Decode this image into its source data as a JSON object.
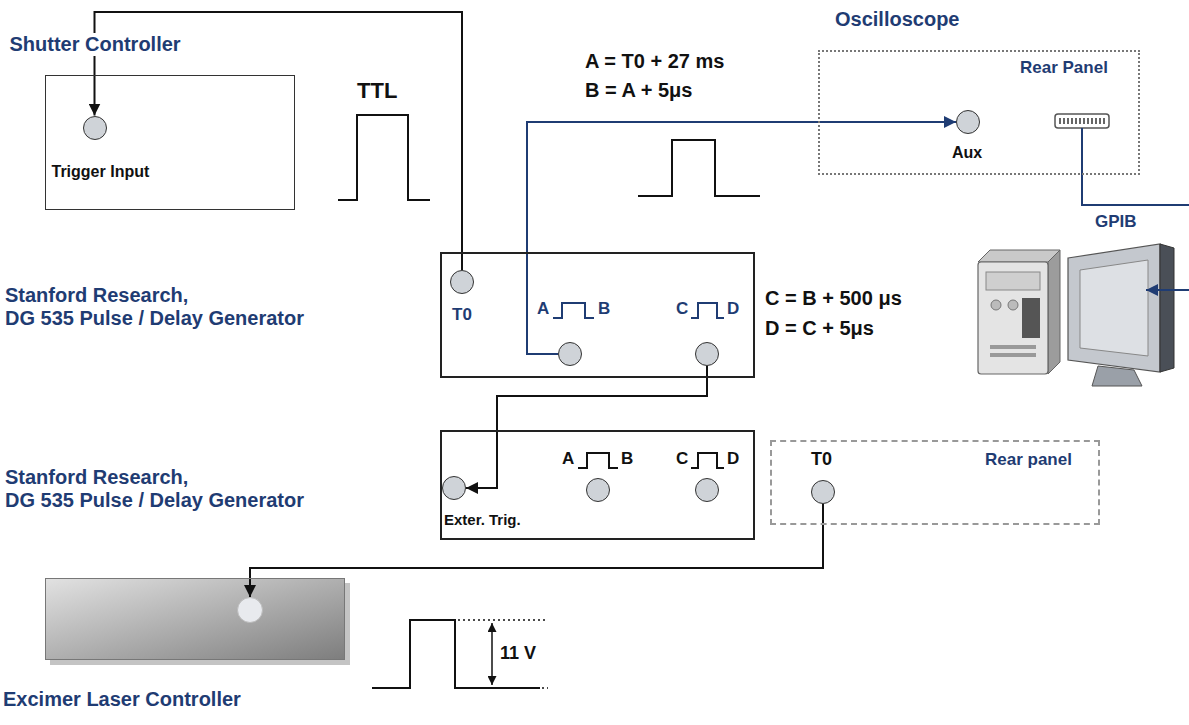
{
  "diagram": {
    "nodes": [
      {
        "text": [
          "Shutter Controller",
          "Trigger Input"
        ]
      },
      {
        "text": [
          "Oscilloscope",
          "Rear Panel",
          "Aux"
        ]
      },
      {
        "text": [
          "Stanford Research, DG 535 Pulse / Delay Generator",
          "T0",
          "A",
          "B",
          "C",
          "D"
        ]
      },
      {
        "text": [
          "Stanford Research, DG 535 Pulse / Delay Generator",
          "Exter. Trig.",
          "A",
          "B",
          "C",
          "D"
        ]
      },
      {
        "text": [
          "Rear panel",
          "T0"
        ]
      },
      {
        "text": [
          "Excimer Laser Controller"
        ]
      }
    ],
    "edges": [
      {
        "from": 2,
        "to": 0,
        "arrow": "to"
      },
      {
        "from": 2,
        "to": 1,
        "arrow": "to"
      },
      {
        "from": 2,
        "to": 3,
        "arrow": "to"
      },
      {
        "from": 4,
        "to": 5,
        "arrow": "to"
      }
    ],
    "labels": [
      "TTL",
      "A = T0 + 27 ms",
      "B = A + 5μs",
      "C = B + 500 μs",
      "D = C + 5μs",
      "11 V",
      "GPIB"
    ]
  }
}
